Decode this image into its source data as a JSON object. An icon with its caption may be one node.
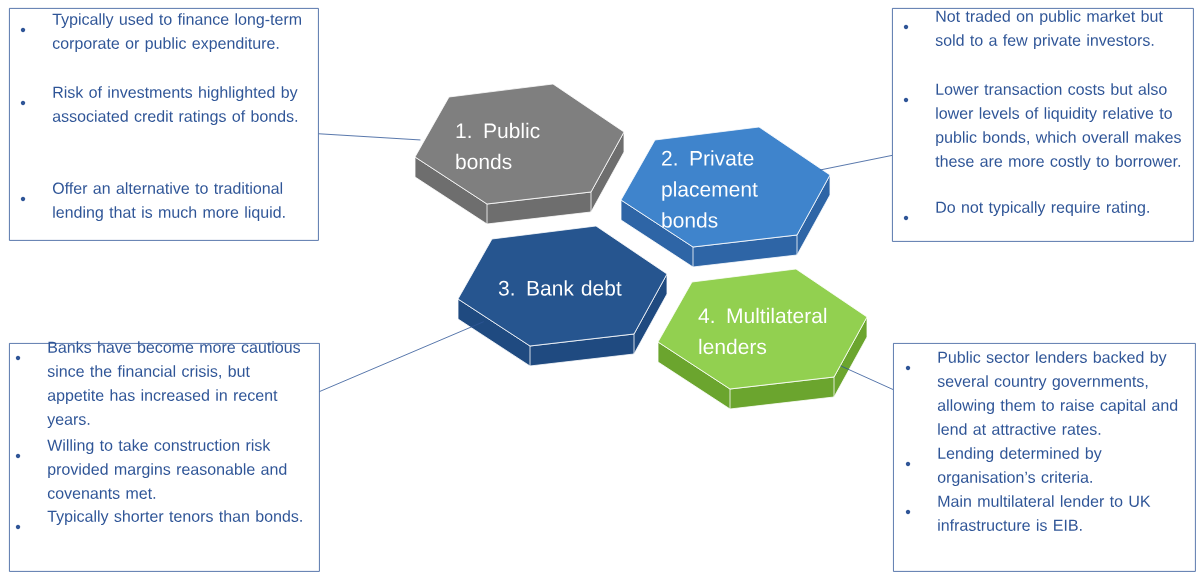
{
  "diagram": {
    "nodes": [
      {
        "text": [
          "1.   Public bonds"
        ]
      },
      {
        "text": [
          "2. Private placement bonds"
        ]
      },
      {
        "text": [
          "3. Bank debt"
        ]
      },
      {
        "text": [
          "4. Multilateral lenders"
        ]
      },
      {
        "text": [
          "Typically used to finance long-term corporate or public expenditure.",
          "Risk of investments highlighted by associated credit ratings of bonds.",
          "Offer an alternative to traditional lending that is much more liquid."
        ]
      },
      {
        "text": [
          "Not traded on public market but sold to a few private investors.",
          "Lower transaction costs but also lower levels of liquidity relative to public bonds, which overall makes these are more costly to borrower.",
          "Do not typically require rating."
        ]
      },
      {
        "text": [
          "Banks have become more cautious since the financial crisis, but appetite has increased in recent years.",
          "Willing to take construction risk provided margins reasonable and covenants met.",
          "Typically shorter tenors than bonds."
        ]
      },
      {
        "text": [
          "Public sector lenders backed by several country governments, allowing them to raise capital and lend at attractive rates.",
          "Lending determined by organisation’s criteria.",
          "Main multilateral lender to UK infrastructure is EIB."
        ]
      }
    ],
    "edges": [
      {
        "from": 4,
        "to": 0,
        "arrow": "none"
      },
      {
        "from": 5,
        "to": 1,
        "arrow": "none"
      },
      {
        "from": 6,
        "to": 2,
        "arrow": "none"
      },
      {
        "from": 7,
        "to": 3,
        "arrow": "none"
      }
    ]
  }
}
